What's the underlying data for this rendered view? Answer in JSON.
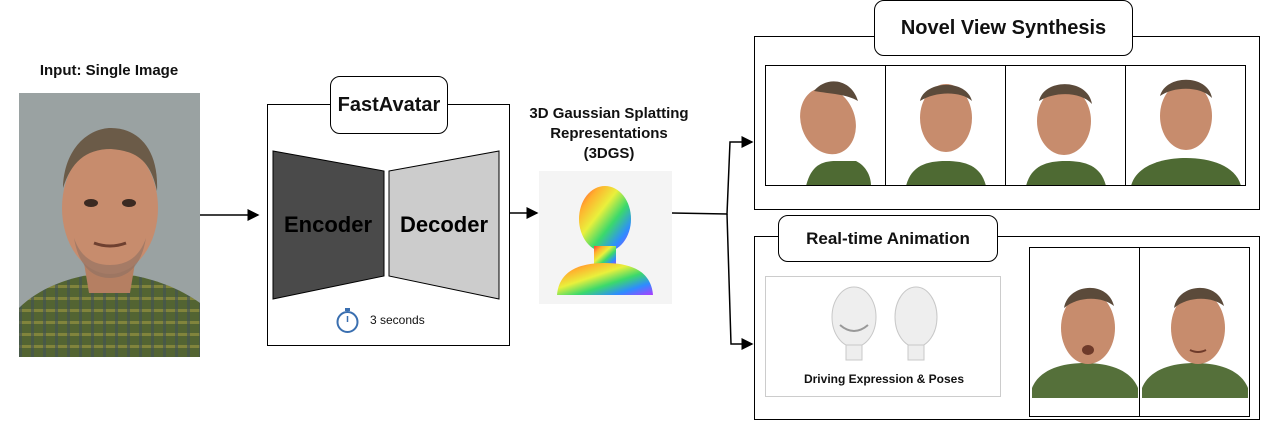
{
  "input": {
    "label": "Input: Single Image"
  },
  "model": {
    "title": "FastAvatar",
    "encoder_label": "Encoder",
    "decoder_label": "Decoder",
    "timer_icon": "stopwatch-icon",
    "time_label": "3 seconds"
  },
  "representation": {
    "line1": "3D Gaussian Splatting",
    "line2": "Representations",
    "line3": "(3DGS)"
  },
  "novel_view": {
    "title": "Novel View Synthesis",
    "view_count": 4
  },
  "animation": {
    "title": "Real-time Animation",
    "driving_label": "Driving Expression & Poses",
    "output_count": 2
  },
  "colors": {
    "encoder_fill": "#4a4a4a",
    "decoder_fill": "#cccccc",
    "photo_bg": "#9aa0a0",
    "shirt": "#556b3a"
  }
}
